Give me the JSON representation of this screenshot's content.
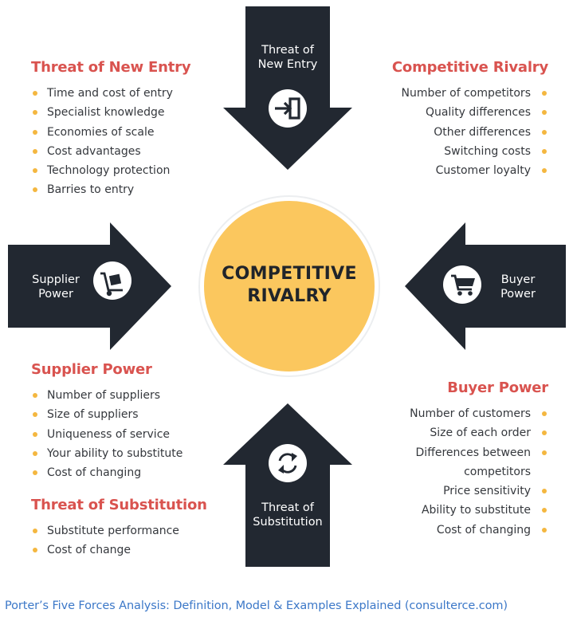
{
  "center": {
    "label": "COMPETITIVE\nRIVALRY"
  },
  "arrows": {
    "top": {
      "label": "Threat of\nNew Entry",
      "icon": "enter-icon"
    },
    "left": {
      "label": "Supplier\nPower",
      "icon": "hand-truck-icon"
    },
    "right": {
      "label": "Buyer\nPower",
      "icon": "shopping-cart-icon"
    },
    "bottom": {
      "label": "Threat of\nSubstitution",
      "icon": "refresh-icon"
    }
  },
  "blocks": {
    "new_entry": {
      "title": "Threat of New Entry",
      "items": [
        "Time and cost of entry",
        "Specialist knowledge",
        "Economies of scale",
        "Cost advantages",
        "Technology protection",
        "Barries to entry"
      ]
    },
    "rivalry": {
      "title": "Competitive Rivalry",
      "items": [
        "Number of competitors",
        "Quality differences",
        "Other differences",
        "Switching costs",
        "Customer loyalty"
      ]
    },
    "supplier": {
      "title": "Supplier Power",
      "items": [
        "Number of suppliers",
        "Size of suppliers",
        "Uniqueness of service",
        "Your ability to substitute",
        "Cost of changing"
      ]
    },
    "substitution": {
      "title": "Threat of Substitution",
      "items": [
        "Substitute performance",
        "Cost of change"
      ]
    },
    "buyer": {
      "title": "Buyer Power",
      "items": [
        "Number of customers",
        "Size of each order",
        "Differences between",
        "competitors",
        "Price sensitivity",
        "Ability to substitute",
        "Cost of changing"
      ]
    }
  },
  "caption": "Porter’s Five Forces Analysis: Definition, Model & Examples Explained (consulterce.com)",
  "colors": {
    "arrow": "#222831",
    "circle": "#fbc75e",
    "heading": "#d9534f",
    "bullet": "#f4b740",
    "link": "#3c78c8"
  }
}
